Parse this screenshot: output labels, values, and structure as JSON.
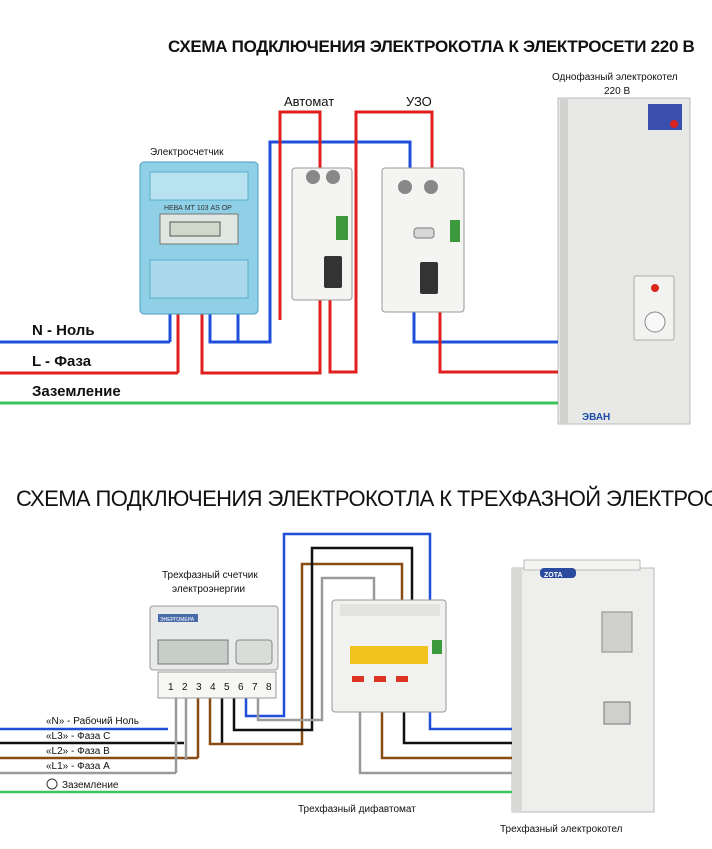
{
  "top": {
    "title": "СХЕМА ПОДКЛЮЧЕНИЯ ЭЛЕКТРОКОТЛА К ЭЛЕКТРОСЕТИ 220 В",
    "meter_label": "Электросчетчик",
    "meter_model": "НЕВА МТ 103 AS OP",
    "breaker_label": "Автомат",
    "rcd_label": "УЗО",
    "boiler_label_line1": "Однофазный электрокотел",
    "boiler_label_line2": "220 В",
    "boiler_brand": "ЭВАН",
    "line_n": "N - Ноль",
    "line_l": "L - Фаза",
    "line_pe": "Заземление"
  },
  "bottom": {
    "title": "СХЕМА ПОДКЛЮЧЕНИЯ ЭЛЕКТРОКОТЛА К ТРЕХФАЗНОЙ ЭЛЕКТРОСЕТИ",
    "meter_label_line1": "Трехфазный счетчик",
    "meter_label_line2": "электроэнергии",
    "meter_brand": "ЭНЕРГОМЕРА",
    "terminals": [
      "1",
      "2",
      "3",
      "4",
      "5",
      "6",
      "7",
      "8"
    ],
    "line_n": "«N» - Рабочий Ноль",
    "line_l3": "«L3» - Фаза С",
    "line_l2": "«L2» - Фаза В",
    "line_l1": "«L1» - Фаза А",
    "line_pe": "Заземление",
    "difavtomat_label": "Трехфазный дифавтомат",
    "boiler_label": "Трехфазный электрокотел",
    "boiler_brand": "ZOTA"
  },
  "colors": {
    "neutral": "#1f4fd8",
    "phase": "#e0201e",
    "ground": "#3cc35a",
    "phase_b": "#8a4a14",
    "phase_c": "#111111",
    "phase_a_grey": "#9a9a9a"
  }
}
